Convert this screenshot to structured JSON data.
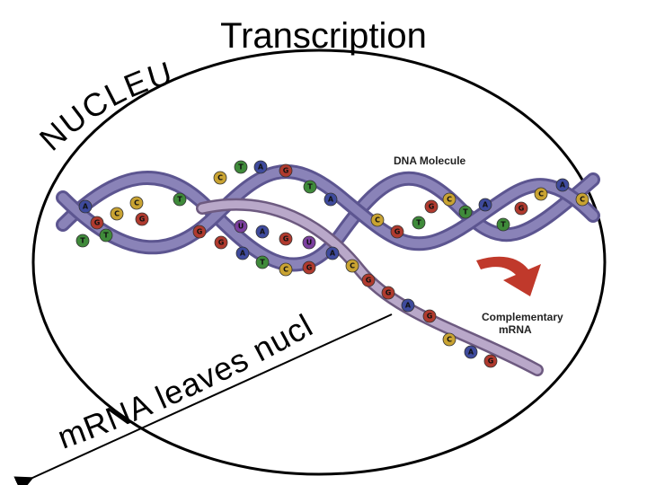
{
  "slide": {
    "title": "Transcription",
    "nucleus_label": "NUCLEUS",
    "exit_caption": "mRNA leaves nucleus"
  },
  "figure": {
    "dna_label": "DNA Molecule",
    "mrna_label_line1": "Complementary",
    "mrna_label_line2": "mRNA"
  },
  "colors": {
    "backbone": "#8a83b8",
    "backbone_dark": "#5c5590",
    "mrna_strand": "#b9a8c9",
    "arrow_red": "#c0392b",
    "A": "#3e4a9c",
    "T": "#3f8a3a",
    "G": "#b03a2e",
    "C": "#c9a332",
    "U": "#7b3f9e"
  },
  "bases": [
    "A",
    "T",
    "G",
    "C",
    "U"
  ]
}
